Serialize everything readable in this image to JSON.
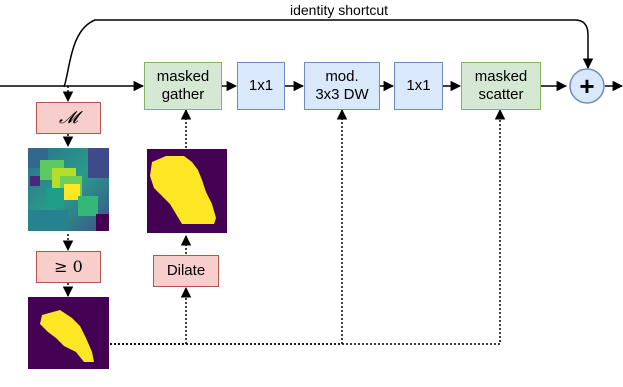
{
  "diagram": {
    "shortcut_label": "identity shortcut",
    "masked_gather": [
      "masked",
      "gather"
    ],
    "conv1_label": "1x1",
    "mod_dw": [
      "mod.",
      "3x3 DW"
    ],
    "conv2_label": "1x1",
    "masked_scatter": [
      "masked",
      "scatter"
    ],
    "add_symbol": "+",
    "mask_fn_label": "𝓜",
    "threshold_label": "≥ 0",
    "dilate_label": "Dilate"
  },
  "colors": {
    "green_fill": "#d5e8d4",
    "green_border": "#82b366",
    "blue_fill": "#dae8fc",
    "blue_border": "#6c8ebf",
    "red_fill": "#f8cecc",
    "red_border": "#b85450",
    "mask_background": "#440154",
    "mask_foreground": "#fde725"
  }
}
